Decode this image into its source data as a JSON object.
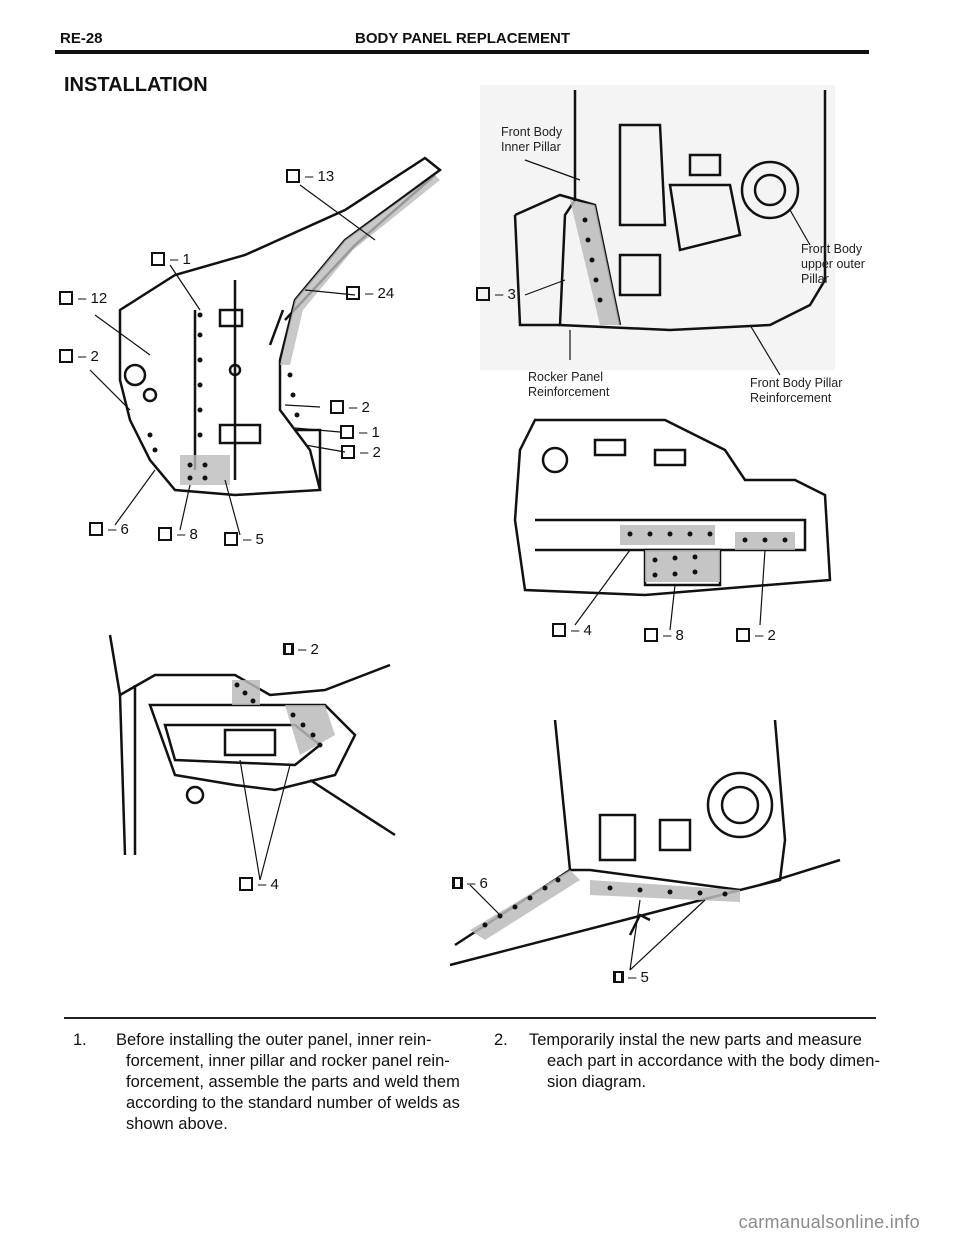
{
  "header": {
    "page_num": "RE-28",
    "title": "BODY PANEL REPLACEMENT"
  },
  "section_title": "INSTALLATION",
  "figures": {
    "fig1": {
      "labels": [
        "13",
        "1",
        "24",
        "12",
        "2",
        "2",
        "1",
        "2",
        "6",
        "8",
        "5"
      ]
    },
    "fig2": {
      "part_labels": {
        "inner_pillar": [
          "Front Body",
          "Inner Pillar"
        ],
        "upper_outer": [
          "Front Body",
          "upper outer",
          "Pillar"
        ],
        "rocker": [
          "Rocker Panel",
          "Reinforcement"
        ],
        "pillar_reinf": [
          "Front Body Pillar",
          "Reinforcement"
        ]
      },
      "labels": [
        "3"
      ]
    },
    "fig3": {
      "labels": [
        "4",
        "8",
        "2"
      ]
    },
    "fig4": {
      "labels": [
        "2",
        "4"
      ]
    },
    "fig5": {
      "labels": [
        "6",
        "5"
      ]
    }
  },
  "steps": [
    {
      "num": "1.",
      "lines": [
        "Before installing the outer panel, inner rein-",
        "forcement, inner pillar and rocker panel rein-",
        "forcement, assemble the parts and weld them",
        "according to the standard number of welds as",
        "shown above."
      ]
    },
    {
      "num": "2.",
      "lines": [
        "Temporarily instal the new parts and measure",
        "each part in accordance with the body dimen-",
        "sion diagram."
      ]
    }
  ],
  "watermark": "carmanualsonline.info"
}
